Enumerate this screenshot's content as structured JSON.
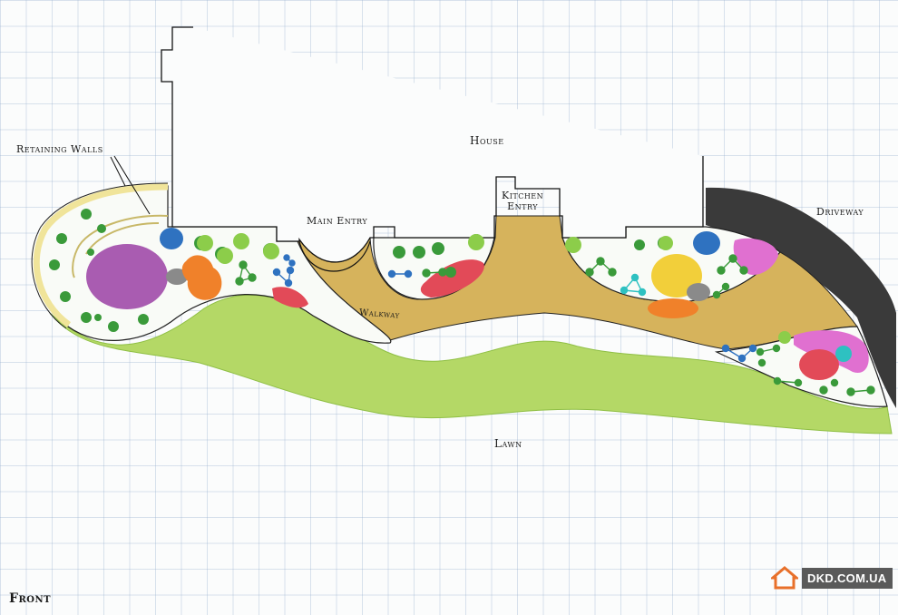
{
  "labels": {
    "house": "House",
    "main_entry": "Main Entry",
    "kitchen_line1": "Kitchen",
    "kitchen_line2": "Entry",
    "walkway": "Walkway",
    "driveway": "Driveway",
    "lawn": "Lawn",
    "retaining_walls": "Retaining Walls",
    "front": "Front"
  },
  "watermark": {
    "text": "DKD.COM.UA"
  },
  "colors": {
    "lawn": "#b4d866",
    "walkway": "#d6b35c",
    "driveway": "#3a3a3a",
    "bed": "#f9fbf7",
    "retaining_wall": "#f0e49a",
    "shrub": "#3a9a3a",
    "light_shrub": "#8ccd4a",
    "purple": "#a04aa8",
    "orange": "#f0812a",
    "blue": "#2f72c0",
    "red": "#e24a58",
    "yellow": "#f2cf3a",
    "magenta": "#e070d0",
    "grey_rock": "#8a8a8a",
    "teal": "#2ec1c1",
    "watermark_icon": "#e8702a"
  }
}
